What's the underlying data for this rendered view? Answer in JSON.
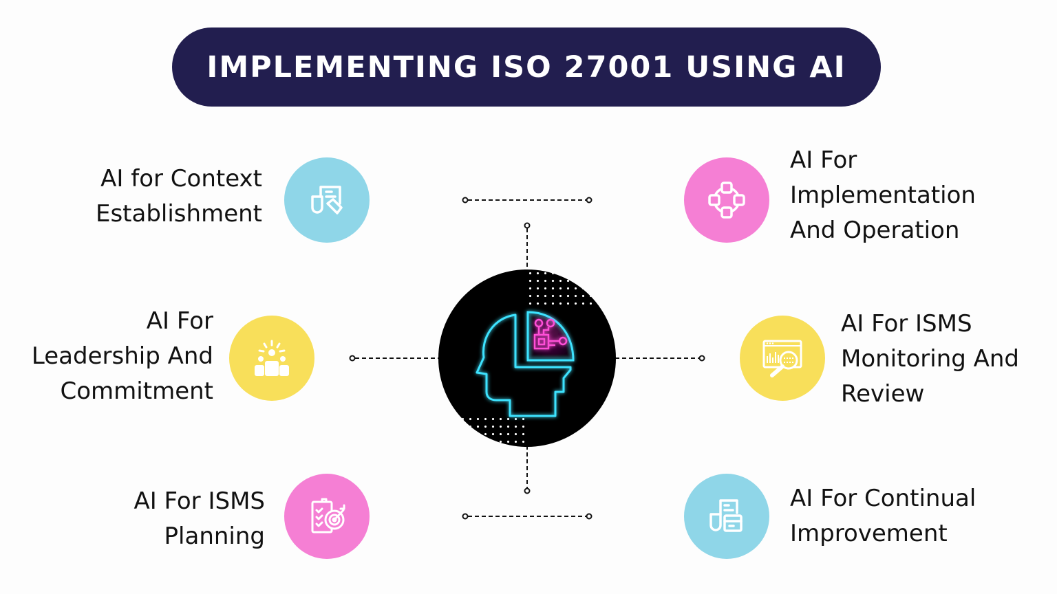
{
  "header": {
    "title": "IMPLEMENTING ISO 27001 USING AI"
  },
  "colors": {
    "title_bg": "#221e4f",
    "blue": "#8fd6e8",
    "pink": "#f57fd4",
    "yellow": "#f8df5a",
    "hub_bg": "#000000",
    "neon_cyan": "#3ee3ff",
    "neon_magenta": "#ff4fd8"
  },
  "center": {
    "icon": "ai-head-circuit-icon"
  },
  "items": [
    {
      "id": "context",
      "lines": [
        "AI for Context",
        "Establishment"
      ],
      "icon": "document-tag-icon",
      "color": "blue",
      "side": "left"
    },
    {
      "id": "leadership",
      "lines": [
        "AI For",
        "Leadership And",
        "Commitment"
      ],
      "icon": "team-leader-icon",
      "color": "yellow",
      "side": "left"
    },
    {
      "id": "planning",
      "lines": [
        "AI For ISMS",
        "Planning"
      ],
      "icon": "clipboard-target-icon",
      "color": "pink",
      "side": "left"
    },
    {
      "id": "implementation",
      "lines": [
        "AI For",
        "Implementation",
        "And Operation"
      ],
      "icon": "network-cycle-icon",
      "color": "pink",
      "side": "right"
    },
    {
      "id": "monitoring",
      "lines": [
        "AI For ISMS",
        "Monitoring And",
        "Review"
      ],
      "icon": "analytics-search-icon",
      "color": "yellow",
      "side": "right"
    },
    {
      "id": "improvement",
      "lines": [
        "AI For Continual",
        "Improvement"
      ],
      "icon": "document-card-icon",
      "color": "blue",
      "side": "right"
    }
  ]
}
